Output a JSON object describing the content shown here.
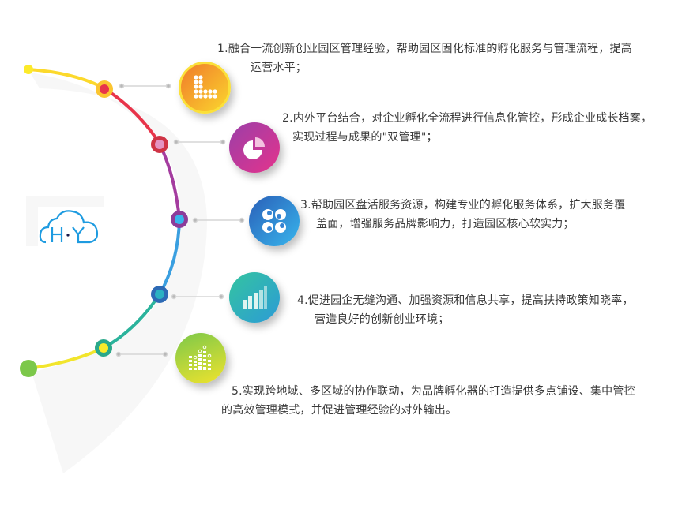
{
  "logo": {
    "text": "H·Y",
    "color": "#1e9be0"
  },
  "items": [
    {
      "num": "1",
      "icon": "grid-stairs-icon",
      "line1": "1.融合一流创新创业园区管理经验，帮助园区固化标准的孵化服务与管理流程，提高",
      "line2": "运营水平；",
      "color_a": "#f07a2a",
      "color_b": "#fbd62e"
    },
    {
      "num": "2",
      "icon": "pie-chart-icon",
      "line1": "2.内外平台结合，对企业孵化全流程进行信息化管控，形成企业成长档案，",
      "line2": "实现过程与成果的\"双管理\"；",
      "color_a": "#9b3fa8",
      "color_b": "#e4338c"
    },
    {
      "num": "3",
      "icon": "four-circles-icon",
      "line1": "3.帮助园区盘活服务资源，构建专业的孵化服务体系，扩大服务覆",
      "line2": "盖面，增强服务品牌影响力，打造园区核心软实力；",
      "color_a": "#2f6fc7",
      "color_b": "#35b0ea"
    },
    {
      "num": "4",
      "icon": "signal-bars-icon",
      "line1": "4.促进园企无缝沟通、加强资源和信息共享，提高扶持政策知晓率，",
      "line2": "营造良好的创新创业环境；",
      "color_a": "#2dc9a0",
      "color_b": "#2f9bd8"
    },
    {
      "num": "5",
      "icon": "equalizer-icon",
      "line1": "5.实现跨地域、多区域的协作联动，为品牌孵化器的打造提供多点铺设、集中管控",
      "line2": "的高效管理模式，并促进管理经验的对外输出。",
      "color_a": "#7cc84a",
      "color_b": "#f0e32d"
    }
  ]
}
